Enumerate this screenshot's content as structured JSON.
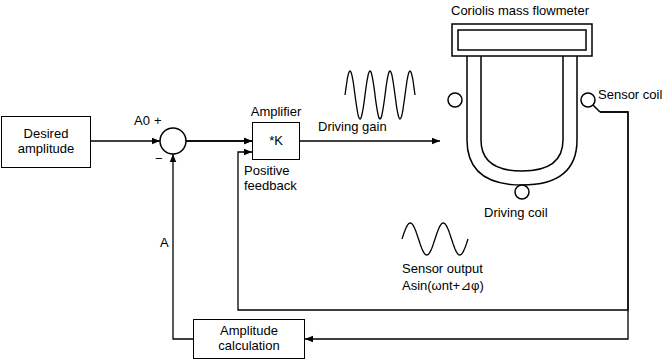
{
  "diagram": {
    "nodes": [
      {
        "text": [
          "Desired amplitude"
        ]
      },
      {
        "text": [
          "Amplifier",
          "*K"
        ]
      },
      {
        "text": [
          "Coriolis mass flowmeter"
        ]
      },
      {
        "text": [
          "Amplitude calculation"
        ]
      }
    ],
    "edges": [
      {
        "from": 0,
        "to": 1,
        "arrow": "to"
      },
      {
        "from": 3,
        "to": 1,
        "arrow": "to"
      },
      {
        "from": 2,
        "to": 1,
        "label": "Positive feedback",
        "arrow": "to"
      },
      {
        "from": 1,
        "to": 2,
        "label": "Driving gain",
        "arrow": "to"
      },
      {
        "from": 2,
        "to": 3,
        "arrow": "to"
      }
    ],
    "labels": [
      "A0",
      "+",
      "−",
      "A",
      "Sensor coil",
      "Driving coil",
      "Sensor output",
      "Asin(ωnt+⊿φ)"
    ]
  }
}
